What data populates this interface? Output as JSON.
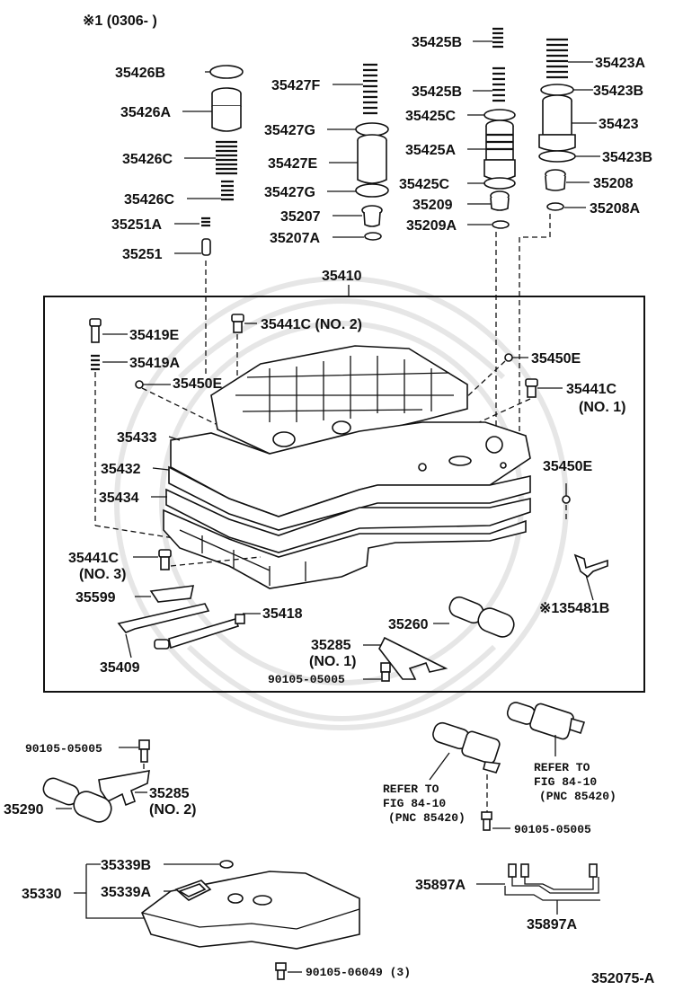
{
  "diagram": {
    "note": "※1 (0306-         )",
    "figure_id": "352075-A",
    "labels": {
      "p35426B": "35426B",
      "p35426A": "35426A",
      "p35426C_1": "35426C",
      "p35426C_2": "35426C",
      "p35251A": "35251A",
      "p35251": "35251",
      "p35427F": "35427F",
      "p35427G_1": "35427G",
      "p35427E": "35427E",
      "p35427G_2": "35427G",
      "p35207": "35207",
      "p35207A": "35207A",
      "p35425B_1": "35425B",
      "p35425B_2": "35425B",
      "p35425C_1": "35425C",
      "p35425A": "35425A",
      "p35425C_2": "35425C",
      "p35209": "35209",
      "p35209A": "35209A",
      "p35423A": "35423A",
      "p35423B_1": "35423B",
      "p35423": "35423",
      "p35423B_2": "35423B",
      "p35208": "35208",
      "p35208A": "35208A",
      "p35410": "35410",
      "p35419E": "35419E",
      "p35441C_no2": "35441C (NO. 2)",
      "p35419A": "35419A",
      "p35450E_1": "35450E",
      "p35450E_2": "35450E",
      "p35441C_no1": "35441C",
      "p35441C_no1_sub": "(NO. 1)",
      "p35433": "35433",
      "p35432": "35432",
      "p35434": "35434",
      "p35450E_3": "35450E",
      "p35441C_no3": "35441C",
      "p35441C_no3_sub": "(NO. 3)",
      "p35599": "35599",
      "p135481B": "※135481B",
      "p35418": "35418",
      "p35260": "35260",
      "p35409": "35409",
      "p35285_no1": "35285",
      "p35285_no1_sub": "(NO. 1)",
      "p90105_05005_a": "90105-05005",
      "p90105_05005_b": "90105-05005",
      "p35290": "35290",
      "p35285_no2": "35285",
      "p35285_no2_sub": "(NO. 2)",
      "refer_a_1": "REFER TO",
      "refer_a_2": "FIG 84-10",
      "refer_a_3": "(PNC 85420)",
      "refer_b_1": "REFER TO",
      "refer_b_2": "FIG 84-10",
      "refer_b_3": "(PNC 85420)",
      "p90105_05005_c": "90105-05005",
      "p35339B": "35339B",
      "p35330": "35330",
      "p35339A": "35339A",
      "p35897A_1": "35897A",
      "p35897A_2": "35897A",
      "p90105_06049": "90105-06049 (3)"
    }
  }
}
